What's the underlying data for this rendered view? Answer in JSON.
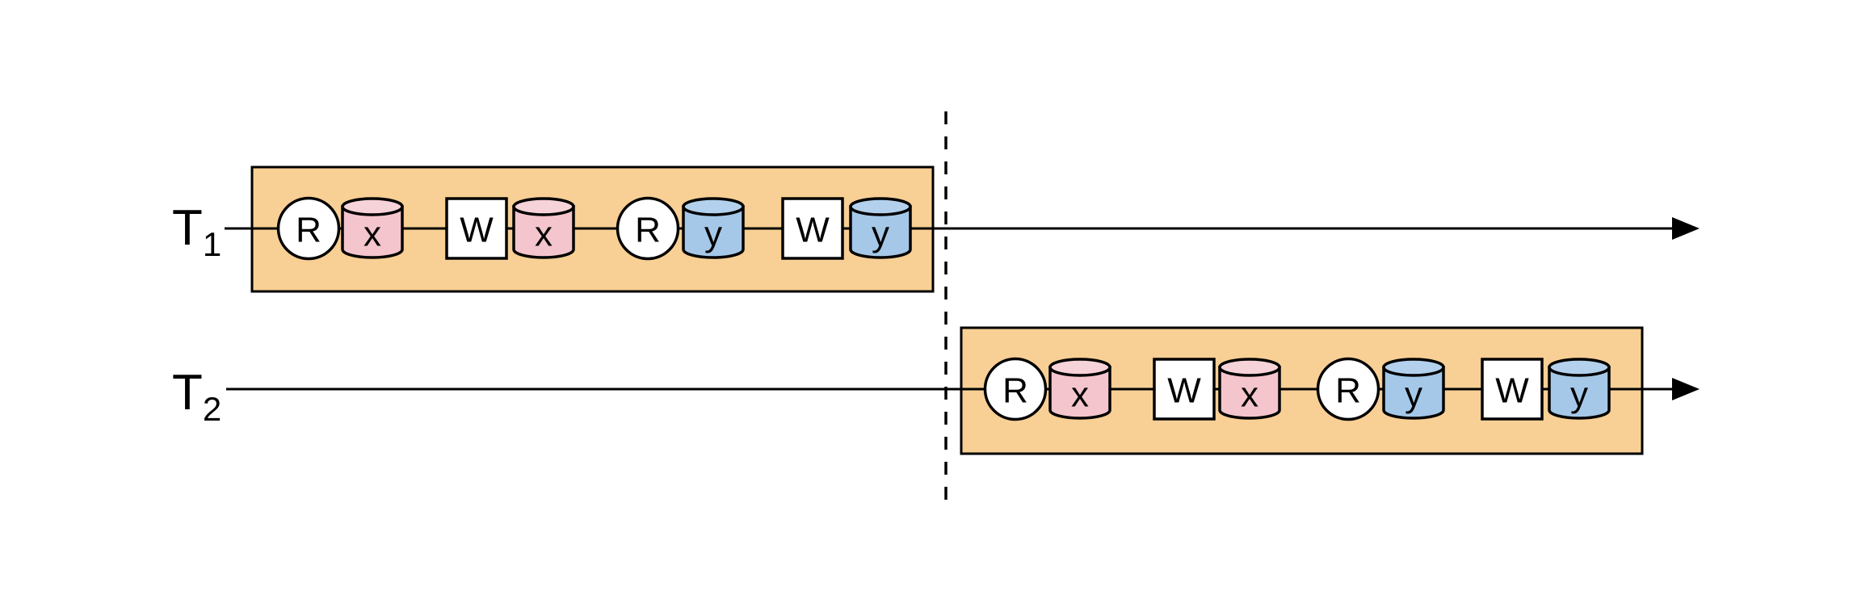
{
  "palette": {
    "background": "#FFFFFF",
    "outline": "#000000",
    "transaction_box_fill": "#F8CF94",
    "operation_fill": "#FFFFFF",
    "data_x_fill": "#F4C5CD",
    "data_x_top_fill": "#F6D3D8",
    "data_y_fill": "#A5C8E8",
    "data_y_top_fill": "#B3D1EC"
  },
  "icons": {
    "database_icon": "cylinder",
    "timeline_arrowhead_icon": "filled-right-triangle",
    "serial_boundary_divider": "vertical-dashed-line"
  },
  "rows": [
    {
      "label_main": "T",
      "label_sub": "1",
      "ops": [
        {
          "kind": "read",
          "label": "R"
        },
        {
          "kind": "data-item",
          "label": "x"
        },
        {
          "kind": "write",
          "label": "W"
        },
        {
          "kind": "data-item",
          "label": "x"
        },
        {
          "kind": "read",
          "label": "R"
        },
        {
          "kind": "data-item",
          "label": "y"
        },
        {
          "kind": "write",
          "label": "W"
        },
        {
          "kind": "data-item",
          "label": "y"
        }
      ]
    },
    {
      "label_main": "T",
      "label_sub": "2",
      "ops": [
        {
          "kind": "read",
          "label": "R"
        },
        {
          "kind": "data-item",
          "label": "x"
        },
        {
          "kind": "write",
          "label": "W"
        },
        {
          "kind": "data-item",
          "label": "x"
        },
        {
          "kind": "read",
          "label": "R"
        },
        {
          "kind": "data-item",
          "label": "y"
        },
        {
          "kind": "write",
          "label": "W"
        },
        {
          "kind": "data-item",
          "label": "y"
        }
      ]
    }
  ]
}
